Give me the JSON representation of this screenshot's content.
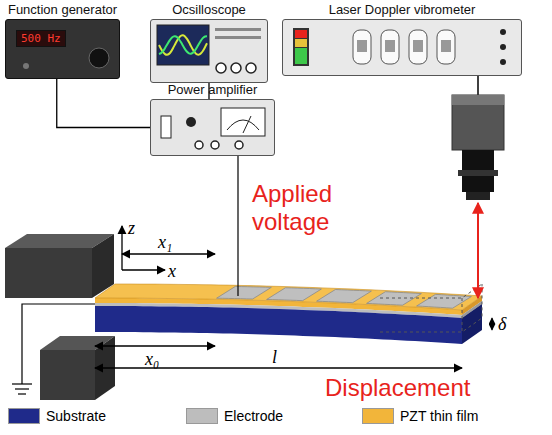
{
  "diagram": {
    "nodes": [
      {
        "text": [
          "Function generator",
          "500 Hz"
        ]
      },
      {
        "text": [
          "Ocsilloscope"
        ]
      },
      {
        "text": [
          "Laser Doppler vibrometer"
        ]
      },
      {
        "text": [
          "Power amplifier"
        ]
      }
    ],
    "edges": [
      {
        "from": 0,
        "to": 3,
        "arrow": "none"
      },
      {
        "from": 3,
        "to": 1,
        "arrow": "none"
      }
    ],
    "labels": [
      "Applied voltage",
      "Displacement",
      "z",
      "x",
      "x₁",
      "x₀",
      "l",
      "δ"
    ],
    "legend": [
      {
        "text": "Substrate",
        "color": "#1f2a8a"
      },
      {
        "text": "Electrode",
        "color": "#bdbdbd"
      },
      {
        "text": "PZT thin film",
        "color": "#f2b53a"
      }
    ]
  }
}
